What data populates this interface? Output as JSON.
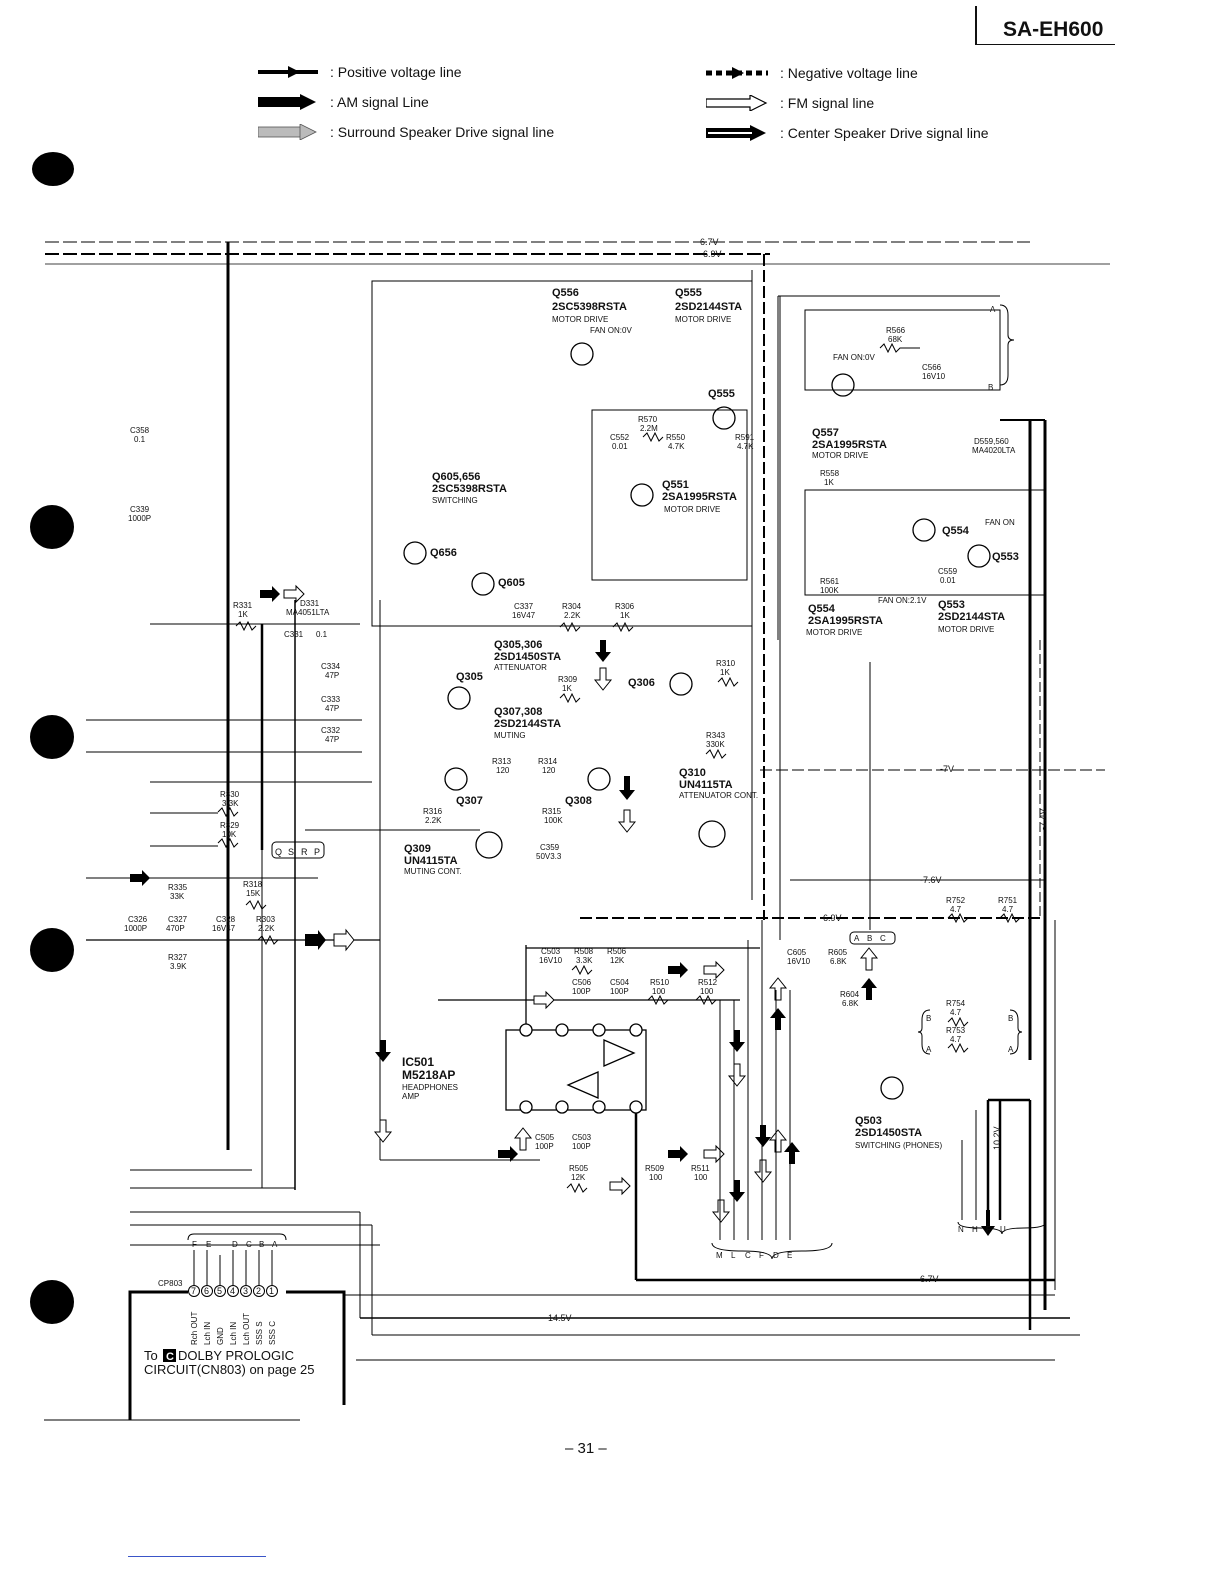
{
  "header": {
    "model": "SA-EH600"
  },
  "legend": [
    {
      "label": ": Positive voltage line",
      "style": "positive"
    },
    {
      "label": ": AM signal Line",
      "style": "am"
    },
    {
      "label": ": Surround Speaker Drive signal line",
      "style": "surround"
    },
    {
      "label": ": Negative voltage line",
      "style": "negative"
    },
    {
      "label": ": FM signal line",
      "style": "fm"
    },
    {
      "label": ": Center Speaker Drive signal line",
      "style": "center"
    }
  ],
  "voltages": {
    "top_pos": "6.7V",
    "top_neg": "-6.9V",
    "mid_neg": "-7V",
    "side_neg": "-7.4V",
    "mid2": "-7.6V",
    "rail": "-6.9V",
    "bottom_pos": "6.7V",
    "bottom2": "14.5V",
    "side_pos": "10.2V"
  },
  "transistors": [
    {
      "id": "q556",
      "ref": "Q556",
      "part": "2SC5398RSTA",
      "role": "MOTOR DRIVE"
    },
    {
      "id": "q555",
      "ref": "Q555",
      "part": "2SD2144STA",
      "role": "MOTOR DRIVE"
    },
    {
      "id": "q557",
      "ref": "Q557",
      "part": "2SA1995RSTA",
      "role": "MOTOR DRIVE"
    },
    {
      "id": "q551",
      "ref": "Q551",
      "part": "2SA1995RSTA",
      "role": "MOTOR DRIVE"
    },
    {
      "id": "q605",
      "ref": "Q605,656",
      "part": "2SC5398RSTA",
      "role": "SWITCHING"
    },
    {
      "id": "q554",
      "ref": "Q554",
      "part": "2SA1995RSTA",
      "role": "MOTOR DRIVE"
    },
    {
      "id": "q553",
      "ref": "Q553",
      "part": "2SD2144STA",
      "role": "MOTOR DRIVE"
    },
    {
      "id": "q305",
      "ref": "Q305,306",
      "part": "2SD1450STA",
      "role": "ATTENUATOR"
    },
    {
      "id": "q307",
      "ref": "Q307,308",
      "part": "2SD2144STA",
      "role": "MUTING"
    },
    {
      "id": "q310",
      "ref": "Q310",
      "part": "UN4115TA",
      "role": "ATTENUATOR CONT."
    },
    {
      "id": "q309",
      "ref": "Q309",
      "part": "UN4115TA",
      "role": "MUTING CONT."
    },
    {
      "id": "q503",
      "ref": "Q503",
      "part": "2SD1450STA",
      "role": "SWITCHING (PHONES)"
    }
  ],
  "small_labels": {
    "q555b": "Q555",
    "q551b": "Q551",
    "q656": "Q656",
    "q605b": "Q605",
    "q554b": "Q554",
    "q553b": "Q553",
    "q305b": "Q305",
    "q306b": "Q306",
    "q307b": "Q307",
    "q308b": "Q308",
    "d331": "D331",
    "d331p": "MA4051LTA",
    "d559": "D559,560",
    "d559p": "MA4020LTA",
    "fan_on_0v": "FAN ON:0V",
    "fan_on_0v2": "FAN ON:0V",
    "fan_on": "FAN ON",
    "fan_on21": "FAN ON:2.1V"
  },
  "resistors": [
    {
      "id": "r566",
      "ref": "R566",
      "val": "68K"
    },
    {
      "id": "r570",
      "ref": "R570",
      "val": "2.2M"
    },
    {
      "id": "r550",
      "ref": "R550",
      "val": "4.7K"
    },
    {
      "id": "r591",
      "ref": "R591",
      "val": "4.7K"
    },
    {
      "id": "r558",
      "ref": "R558",
      "val": "1K"
    },
    {
      "id": "r561",
      "ref": "R561",
      "val": "100K"
    },
    {
      "id": "r331",
      "ref": "R331",
      "val": "1K"
    },
    {
      "id": "r304",
      "ref": "R304",
      "val": "2.2K"
    },
    {
      "id": "r306",
      "ref": "R306",
      "val": "1K"
    },
    {
      "id": "r309",
      "ref": "R309",
      "val": "1K"
    },
    {
      "id": "r310",
      "ref": "R310",
      "val": "1K"
    },
    {
      "id": "r343",
      "ref": "R343",
      "val": "330K"
    },
    {
      "id": "r313",
      "ref": "R313",
      "val": "120"
    },
    {
      "id": "r314",
      "ref": "R314",
      "val": "120"
    },
    {
      "id": "r315",
      "ref": "R315",
      "val": "100K"
    },
    {
      "id": "r316",
      "ref": "R316",
      "val": "2.2K"
    },
    {
      "id": "r330",
      "ref": "R330",
      "val": "3.3K"
    },
    {
      "id": "r329",
      "ref": "R329",
      "val": "10K"
    },
    {
      "id": "r335",
      "ref": "R335",
      "val": "33K"
    },
    {
      "id": "r318",
      "ref": "R318",
      "val": "15K"
    },
    {
      "id": "r303",
      "ref": "R303",
      "val": "2.2K"
    },
    {
      "id": "r327",
      "ref": "R327",
      "val": "3.9K"
    },
    {
      "id": "r508",
      "ref": "R508",
      "val": "3.3K"
    },
    {
      "id": "r506",
      "ref": "R506",
      "val": "12K"
    },
    {
      "id": "r510",
      "ref": "R510",
      "val": "100"
    },
    {
      "id": "r512",
      "ref": "R512",
      "val": "100"
    },
    {
      "id": "r505",
      "ref": "R505",
      "val": "12K"
    },
    {
      "id": "r509",
      "ref": "R509",
      "val": "100"
    },
    {
      "id": "r511",
      "ref": "R511",
      "val": "100"
    },
    {
      "id": "r605",
      "ref": "R605",
      "val": "6.8K"
    },
    {
      "id": "r604",
      "ref": "R604",
      "val": "6.8K"
    },
    {
      "id": "r752",
      "ref": "R752",
      "val": "4.7"
    },
    {
      "id": "r751",
      "ref": "R751",
      "val": "4.7"
    },
    {
      "id": "r754",
      "ref": "R754",
      "val": "4.7"
    },
    {
      "id": "r753",
      "ref": "R753",
      "val": "4.7"
    }
  ],
  "capacitors": [
    {
      "id": "c358",
      "ref": "C358",
      "val": "0.1"
    },
    {
      "id": "c339",
      "ref": "C339",
      "val": "1000P"
    },
    {
      "id": "c331",
      "ref": "C331",
      "val": "0.1"
    },
    {
      "id": "c334",
      "ref": "C334",
      "val": "47P"
    },
    {
      "id": "c333",
      "ref": "C333",
      "val": "47P"
    },
    {
      "id": "c332",
      "ref": "C332",
      "val": "47P"
    },
    {
      "id": "c337",
      "ref": "C337",
      "val": "16V47"
    },
    {
      "id": "c552",
      "ref": "C552",
      "val": "0.01"
    },
    {
      "id": "c566",
      "ref": "C566",
      "val": "16V10"
    },
    {
      "id": "c559",
      "ref": "C559",
      "val": "0.01"
    },
    {
      "id": "c359",
      "ref": "C359",
      "val": "50V3.3"
    },
    {
      "id": "c326",
      "ref": "C326",
      "val": "1000P"
    },
    {
      "id": "c327",
      "ref": "C327",
      "val": "470P"
    },
    {
      "id": "c328",
      "ref": "C328",
      "val": "16V47"
    },
    {
      "id": "c503a",
      "ref": "C503",
      "val": "16V10"
    },
    {
      "id": "c506",
      "ref": "C506",
      "val": "100P"
    },
    {
      "id": "c504",
      "ref": "C504",
      "val": "100P"
    },
    {
      "id": "c505",
      "ref": "C505",
      "val": "100P"
    },
    {
      "id": "c503b",
      "ref": "C503",
      "val": "100P"
    },
    {
      "id": "c605",
      "ref": "C605",
      "val": "16V10"
    }
  ],
  "ic": {
    "ref": "IC501",
    "part": "M5218AP",
    "desc1": "HEADPHONES",
    "desc2": "AMP"
  },
  "connector": {
    "ref": "CP803",
    "top_labels": [
      "F",
      "E",
      "D",
      "C",
      "B",
      "A"
    ],
    "pin_numbers": [
      "7",
      "6",
      "5",
      "4",
      "3",
      "2",
      "1"
    ],
    "pin_names": [
      "Rch OUT",
      "Lch IN",
      "GND",
      "Lch IN",
      "Lch OUT",
      "SSS S",
      "SSS C"
    ],
    "prefix": "To",
    "badge": "C",
    "note_line1": "DOLBY PROLOGIC",
    "note_line2": "CIRCUIT(CN803) on page 25"
  },
  "terminals": {
    "qsrp": [
      "Q",
      "S",
      "R",
      "P"
    ],
    "abc": [
      "A",
      "B",
      "C"
    ],
    "mlcfde": [
      "M",
      "L",
      "C",
      "F",
      "D",
      "E"
    ],
    "nhfu": [
      "N",
      "H",
      "F",
      "U"
    ],
    "a": "A",
    "b": "B",
    "bl": "B",
    "al": "A",
    "br": "B",
    "ar": "A"
  },
  "page": {
    "number": "– 31 –"
  }
}
